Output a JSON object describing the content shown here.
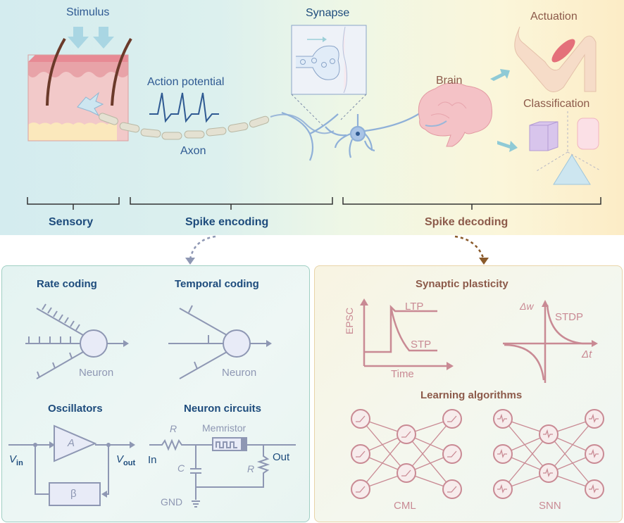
{
  "top": {
    "stimulus": "Stimulus",
    "action_potential": "Action potential",
    "axon": "Axon",
    "synapse": "Synapse",
    "brain": "Brain",
    "actuation": "Actuation",
    "classification": "Classification",
    "brackets": {
      "sensory": "Sensory",
      "spike_encoding": "Spike encoding",
      "spike_decoding": "Spike decoding"
    }
  },
  "encoding_panel": {
    "rate_coding": {
      "title": "Rate coding",
      "neuron": "Neuron"
    },
    "temporal_coding": {
      "title": "Temporal coding",
      "neuron": "Neuron"
    },
    "oscillators": {
      "title": "Oscillators",
      "amp": "A",
      "feedback": "β",
      "vin_main": "V",
      "vin_sub": "in",
      "vout_main": "V",
      "vout_sub": "out"
    },
    "neuron_circuits": {
      "title": "Neuron circuits",
      "r1": "R",
      "memristor": "Memristor",
      "in": "In",
      "c": "C",
      "r2": "R",
      "out": "Out",
      "gnd": "GND"
    }
  },
  "decoding_panel": {
    "synaptic_plasticity": {
      "title": "Synaptic plasticity",
      "epsc_axis": "EPSC",
      "time_axis": "Time",
      "ltp": "LTP",
      "stp": "STP",
      "dw": "Δw",
      "dt": "Δt",
      "stdp": "STDP"
    },
    "learning_algorithms": {
      "title": "Learning algorithms",
      "cml": "CML",
      "snn": "SNN"
    }
  },
  "colors": {
    "encoding_accent": "#1d4b7c",
    "decoding_accent": "#8c5a4a",
    "encoding_line": "#8e97b3",
    "decoding_line": "#c98a94"
  }
}
